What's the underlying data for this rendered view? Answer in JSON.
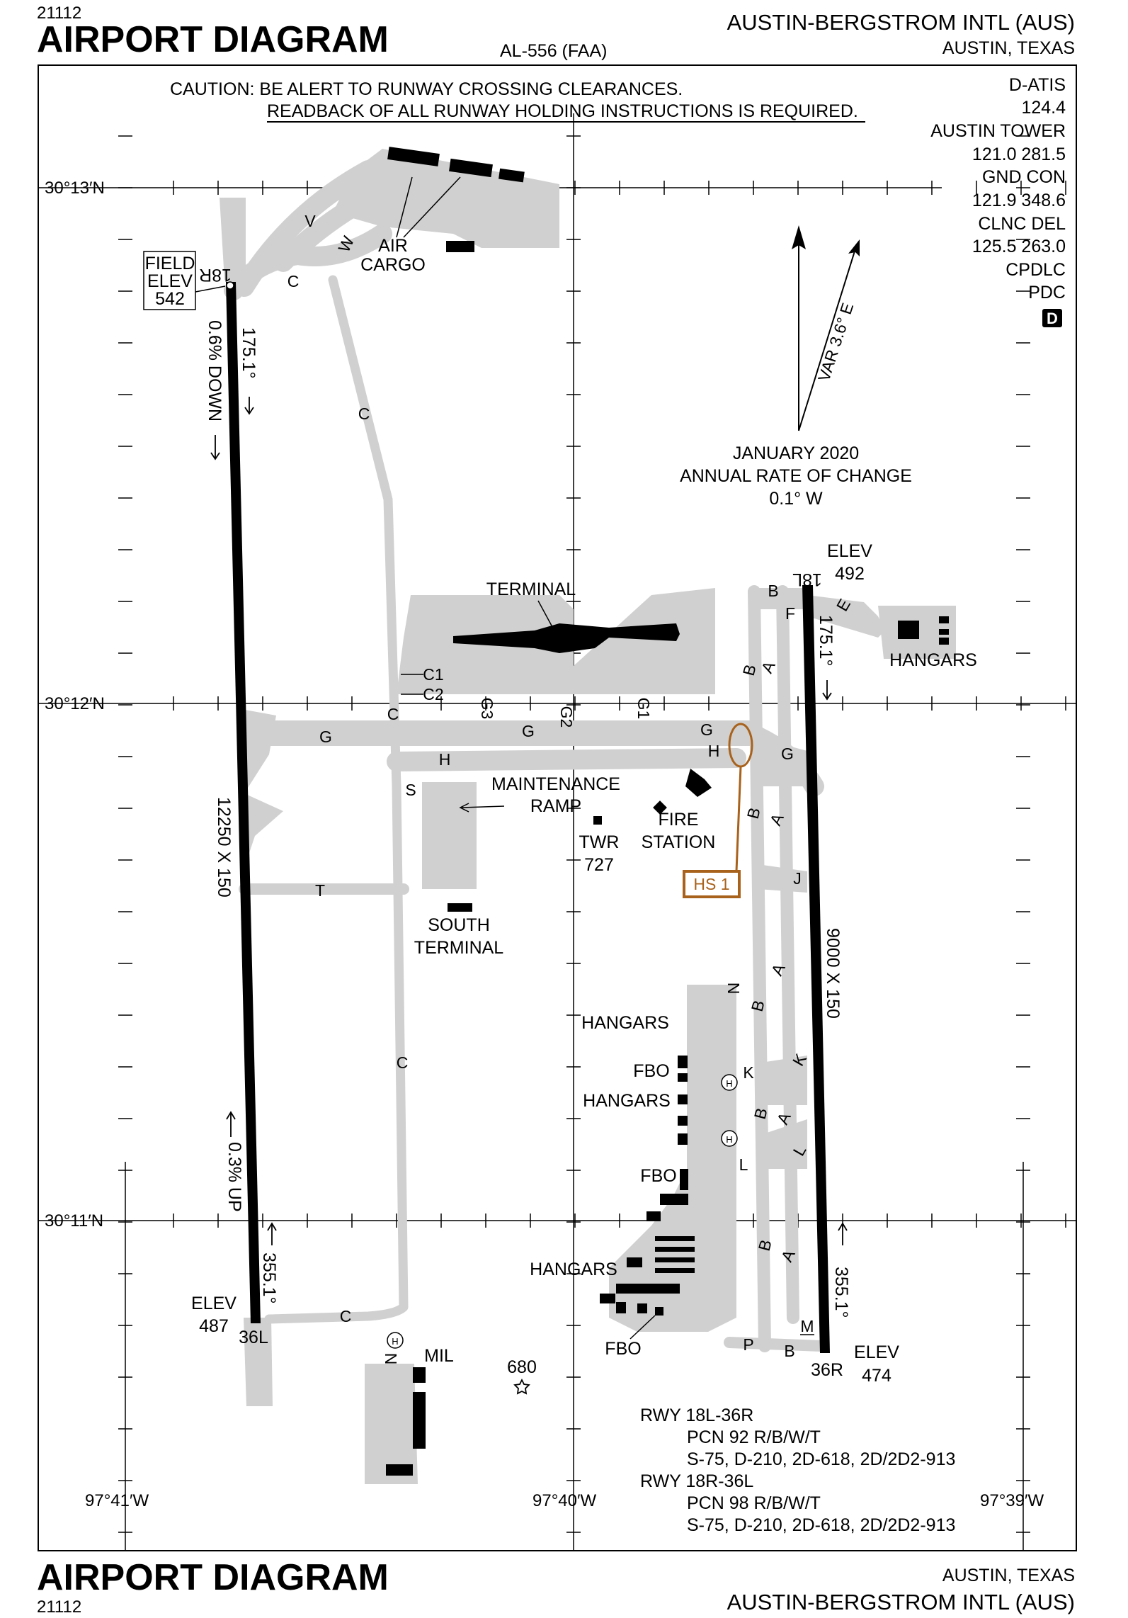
{
  "header": {
    "volume_top": "21112",
    "title_top": "AIRPORT DIAGRAM",
    "procedure": "AL-556 (FAA)",
    "airport_name_top": "AUSTIN-BERGSTROM INTL (AUS)",
    "location_top": "AUSTIN, TEXAS"
  },
  "footer": {
    "title_bottom": "AIRPORT DIAGRAM",
    "volume_bottom": "21112",
    "location_bottom": "AUSTIN, TEXAS",
    "airport_name_bottom": "AUSTIN-BERGSTROM INTL (AUS)"
  },
  "caution": {
    "line1": "CAUTION: BE ALERT TO RUNWAY CROSSING CLEARANCES.",
    "line2": "READBACK OF ALL RUNWAY HOLDING INSTRUCTIONS IS REQUIRED."
  },
  "frequencies": [
    "D-ATIS",
    "124.4",
    "AUSTIN TOWER",
    "121.0 281.5",
    "GND CON",
    "121.9 348.6",
    "CLNC DEL",
    "125.5 263.0",
    "CPDLC",
    "PDC"
  ],
  "frequency_badge": "D",
  "magnetic": {
    "var_label": "VAR 3.6° E",
    "date": "JANUARY 2020",
    "rate_title": "ANNUAL RATE OF CHANGE",
    "rate_value": "0.1° W"
  },
  "coordinates": {
    "lat_top": "30°13′N",
    "lat_mid": "30°12′N",
    "lat_bottom": "30°11′N",
    "lon_left": "97°41′W",
    "lon_mid": "97°40′W",
    "lon_right": "97°39′W"
  },
  "runway_west": {
    "north_id": "18R",
    "south_id": "36L",
    "north_heading": "175.1°",
    "south_heading": "355.1°",
    "north_gradient": "0.6% DOWN",
    "south_gradient": "0.3% UP",
    "dimensions": "12250 X 150",
    "field_elev_label": "FIELD ELEV",
    "field_elev_l1": "FIELD",
    "field_elev_l2": "ELEV",
    "field_elev_value": "542",
    "south_elev_label": "ELEV",
    "south_elev_value": "487"
  },
  "runway_east": {
    "north_id": "18L",
    "south_id": "36R",
    "north_heading": "175.1°",
    "south_heading": "355.1°",
    "dimensions": "9000 X 150",
    "north_elev_label": "ELEV",
    "north_elev_value": "492",
    "south_elev_label": "ELEV",
    "south_elev_value": "474"
  },
  "facilities": {
    "air_cargo_l1": "AIR",
    "air_cargo_l2": "CARGO",
    "terminal": "TERMINAL",
    "maintenance_l1": "MAINTENANCE",
    "maintenance_l2": "RAMP",
    "fire_l1": "FIRE",
    "fire_l2": "STATION",
    "twr_label": "TWR",
    "twr_value": "727",
    "south_terminal_l1": "SOUTH",
    "south_terminal_l2": "TERMINAL",
    "hangars_ne": "HANGARS",
    "hangars_1": "HANGARS",
    "hangars_2": "HANGARS",
    "hangars_3": "HANGARS",
    "fbo_1": "FBO",
    "fbo_2": "FBO",
    "fbo_3": "FBO",
    "mil": "MIL",
    "obstacle": "680",
    "hotspot": "HS 1",
    "heli": "H"
  },
  "taxiways": {
    "c": "C",
    "v": "V",
    "w": "W",
    "c1": "C1",
    "c2": "C2",
    "g": "G",
    "g1": "G1",
    "g2": "G2",
    "g3": "G3",
    "h": "H",
    "s": "S",
    "t": "T",
    "a": "A",
    "b": "B",
    "e": "E",
    "f": "F",
    "j": "J",
    "k": "K",
    "l": "L",
    "m": "M",
    "n": "N",
    "p": "P"
  },
  "runway_info": {
    "rwy1": "RWY 18L-36R",
    "rwy1_pcn": "PCN 92 R/B/W/T",
    "rwy1_gear": "S-75, D-210, 2D-618, 2D/2D2-913",
    "rwy2": "RWY 18R-36L",
    "rwy2_pcn": "PCN 98 R/B/W/T",
    "rwy2_gear": "S-75, D-210, 2D-618, 2D/2D2-913"
  }
}
